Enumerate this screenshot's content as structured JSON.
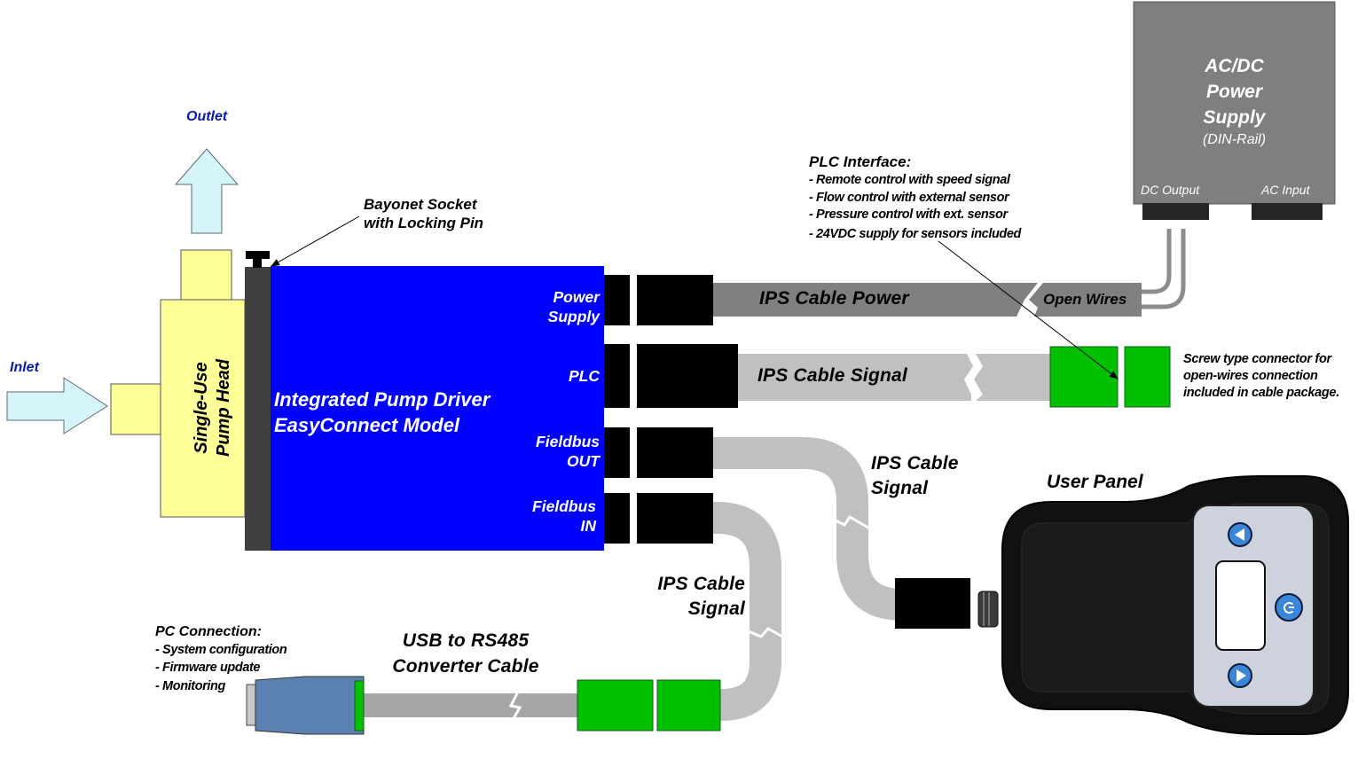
{
  "title": "Integrated Pump Driver EasyConnect Model connection overview",
  "colors": {
    "driver_blue": "#0000ff",
    "pump_head_yellow": "#ffff99",
    "flow_arrow": "#d6f5fb",
    "power_cable": "#808080",
    "signal_cable": "#c0c0c0",
    "connector_green": "#00c000",
    "usb_body": "#5b80b2",
    "power_supply_gray": "#7f7f7f"
  },
  "flow": {
    "inlet": "Inlet",
    "outlet": "Outlet"
  },
  "pump_head": {
    "line1": "Single-Use",
    "line2": "Pump Head"
  },
  "bayonet": {
    "line1": "Bayonet Socket",
    "line2": "with Locking Pin"
  },
  "driver": {
    "line1": "Integrated Pump Driver",
    "line2": "EasyConnect Model",
    "ports": [
      {
        "line1": "Power",
        "line2": "Supply"
      },
      {
        "line1": "PLC",
        "line2": ""
      },
      {
        "line1": "Fieldbus",
        "line2": "OUT"
      },
      {
        "line1": "Fieldbus",
        "line2": "IN"
      }
    ]
  },
  "cables": {
    "power": "IPS Cable Power",
    "open_wires": "Open Wires",
    "signal_plc": "IPS Cable Signal",
    "signal_out": {
      "line1": "IPS Cable",
      "line2": "Signal"
    },
    "signal_in": {
      "line1": "IPS Cable",
      "line2": "Signal"
    },
    "usb": {
      "line1": "USB to RS485",
      "line2": "Converter Cable"
    }
  },
  "power_supply": {
    "line1": "AC/DC",
    "line2": "Power",
    "line3": "Supply",
    "line4": "(DIN-Rail)",
    "dc_output": "DC Output",
    "ac_input": "AC Input"
  },
  "plc_interface": {
    "heading": "PLC Interface:",
    "items": [
      "- Remote control with speed signal",
      "- Flow control with external sensor",
      "- Pressure control with ext. sensor",
      "- 24VDC supply for sensors included"
    ]
  },
  "screw_connector_note": {
    "line1": "Screw type connector for",
    "line2": "open-wires connection",
    "line3": "included in cable package."
  },
  "user_panel": {
    "label": "User Panel",
    "buttons": [
      "left-arrow",
      "power",
      "right-arrow"
    ]
  },
  "pc_connection": {
    "heading": "PC Connection:",
    "items": [
      "- System configuration",
      "- Firmware update",
      "- Monitoring"
    ]
  }
}
